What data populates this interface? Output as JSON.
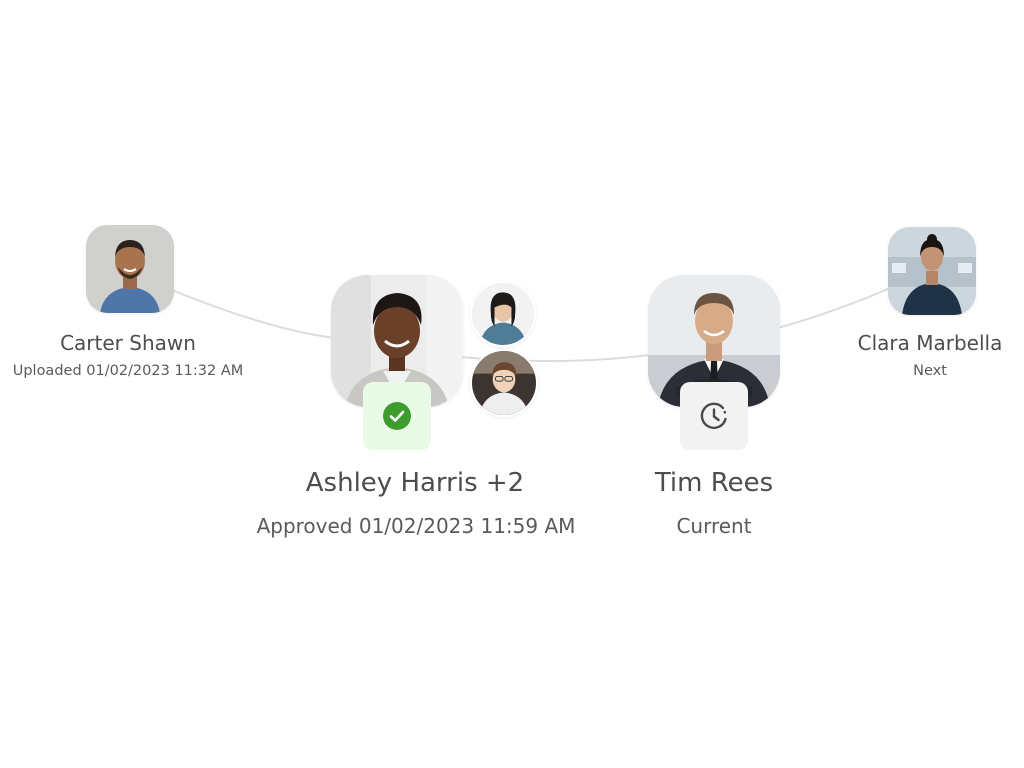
{
  "colors": {
    "connector": "#dcdcdc",
    "approved_badge_bg": "#e9fbe6",
    "approved_icon": "#3e9b2e",
    "current_badge_bg": "#f2f2f2",
    "current_icon": "#4a4a4a",
    "text_primary": "#4d4d4d",
    "text_secondary": "#5a5a5a"
  },
  "steps": [
    {
      "name": "Carter Shawn",
      "status": "Uploaded 01/02/2023 11:32 AM",
      "avatar": "carter-shawn-photo"
    },
    {
      "name": "Ashley Harris +2",
      "status": "Approved 01/02/2023 11:59 AM",
      "avatar": "ashley-harris-photo",
      "extra_avatars": [
        "reviewer-photo",
        "reviewer-photo"
      ],
      "badge_icon": "checkmark-circle-icon"
    },
    {
      "name": "Tim Rees",
      "status": "Current",
      "avatar": "tim-rees-photo",
      "badge_icon": "clock-icon"
    },
    {
      "name": "Clara Marbella",
      "status": "Next",
      "avatar": "clara-marbella-photo"
    }
  ]
}
